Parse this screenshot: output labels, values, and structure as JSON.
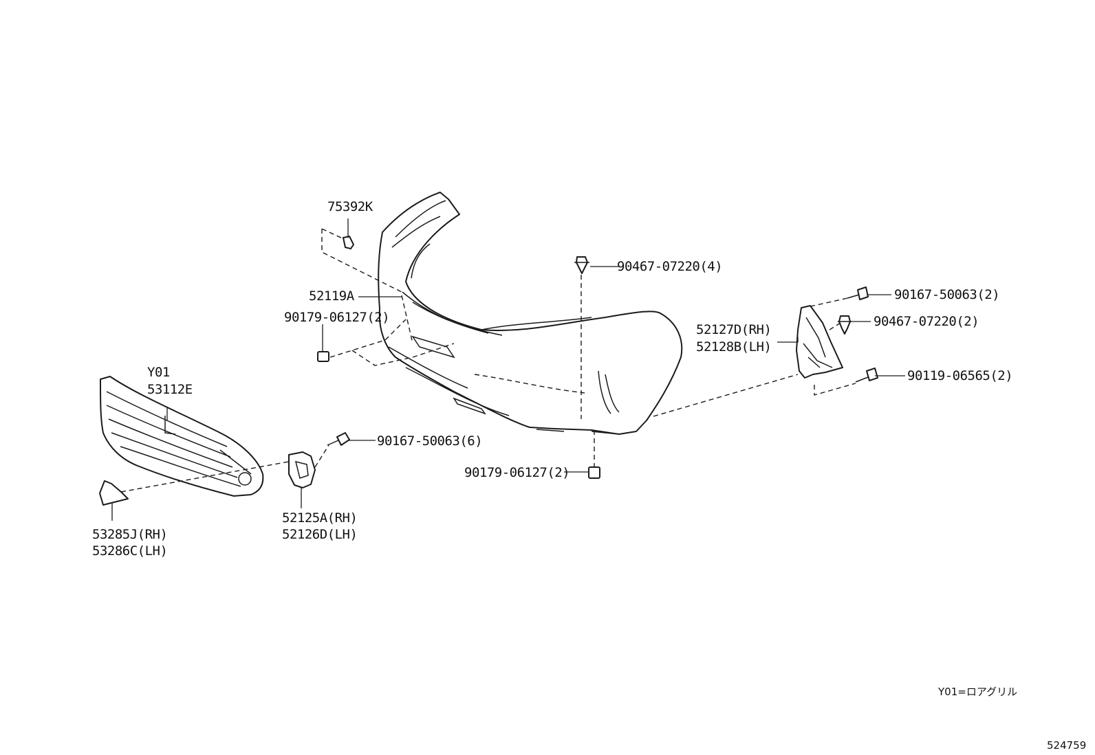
{
  "labels": {
    "p75392K": "75392K",
    "p52119A": "52119A",
    "p90179_upper": "90179-06127(2)",
    "pY01": "Y01",
    "p53112E": "53112E",
    "p90467_top": "90467-07220(4)",
    "p52127D": "52127D(RH)",
    "p52128B": "52128B(LH)",
    "p90167_right": "90167-50063(2)",
    "p90467_right": "90467-07220(2)",
    "p90119": "90119-06565(2)",
    "p90167_mid": "90167-50063(6)",
    "p90179_lower": "90179-06127(2)",
    "p52125A": "52125A(RH)",
    "p52126D": "52126D(LH)",
    "p53285J": "53285J(RH)",
    "p53286C": "53286C(LH)"
  },
  "legend_note": "Y01=ロアグリル",
  "diagram_id": "524759"
}
